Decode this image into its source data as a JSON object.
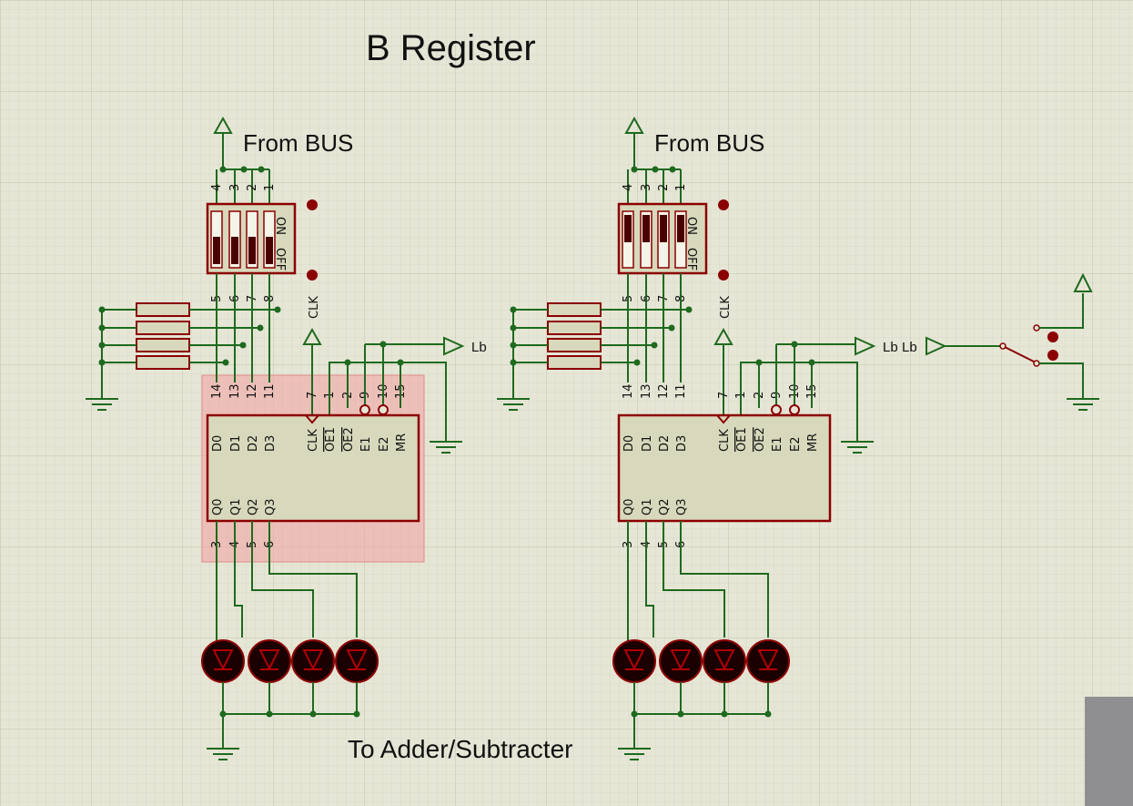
{
  "title": "B Register",
  "bottom_label": "To Adder/Subtracter",
  "colors": {
    "wire": "#1e6a1e",
    "component": "#8b0000",
    "background": "#e6e6d6",
    "selection": "#f0a0a0"
  },
  "circuits": [
    {
      "bus_label": "From BUS",
      "dip_top_pins": [
        "4",
        "3",
        "2",
        "1"
      ],
      "dip_bottom_pins": [
        "5",
        "6",
        "7",
        "8"
      ],
      "dip_on": "ON",
      "dip_off": "OFF",
      "switch_states": [
        "off",
        "off",
        "off",
        "off"
      ],
      "clk_label": "CLK",
      "chip_top_pins": [
        "14",
        "13",
        "12",
        "11",
        "7",
        "1",
        "2",
        "9",
        "10",
        "15"
      ],
      "chip_inputs": [
        "D0",
        "D1",
        "D2",
        "D3",
        "CLK",
        "OE1",
        "OE2",
        "E1",
        "E2",
        "MR"
      ],
      "chip_outputs": [
        "Q0",
        "Q1",
        "Q2",
        "Q3"
      ],
      "chip_bottom_pins": [
        "3",
        "4",
        "5",
        "6"
      ],
      "terminal_label": "Lb",
      "selected": true
    },
    {
      "bus_label": "From BUS",
      "dip_top_pins": [
        "4",
        "3",
        "2",
        "1"
      ],
      "dip_bottom_pins": [
        "5",
        "6",
        "7",
        "8"
      ],
      "dip_on": "ON",
      "dip_off": "OFF",
      "switch_states": [
        "on",
        "on",
        "on",
        "on"
      ],
      "clk_label": "CLK",
      "chip_top_pins": [
        "14",
        "13",
        "12",
        "11",
        "7",
        "1",
        "2",
        "9",
        "10",
        "15"
      ],
      "chip_inputs": [
        "D0",
        "D1",
        "D2",
        "D3",
        "CLK",
        "OE1",
        "OE2",
        "E1",
        "E2",
        "MR"
      ],
      "chip_outputs": [
        "Q0",
        "Q1",
        "Q2",
        "Q3"
      ],
      "chip_bottom_pins": [
        "3",
        "4",
        "5",
        "6"
      ],
      "terminal_label": "Lb",
      "selected": false
    }
  ],
  "switch_terminal_label": "Lb"
}
